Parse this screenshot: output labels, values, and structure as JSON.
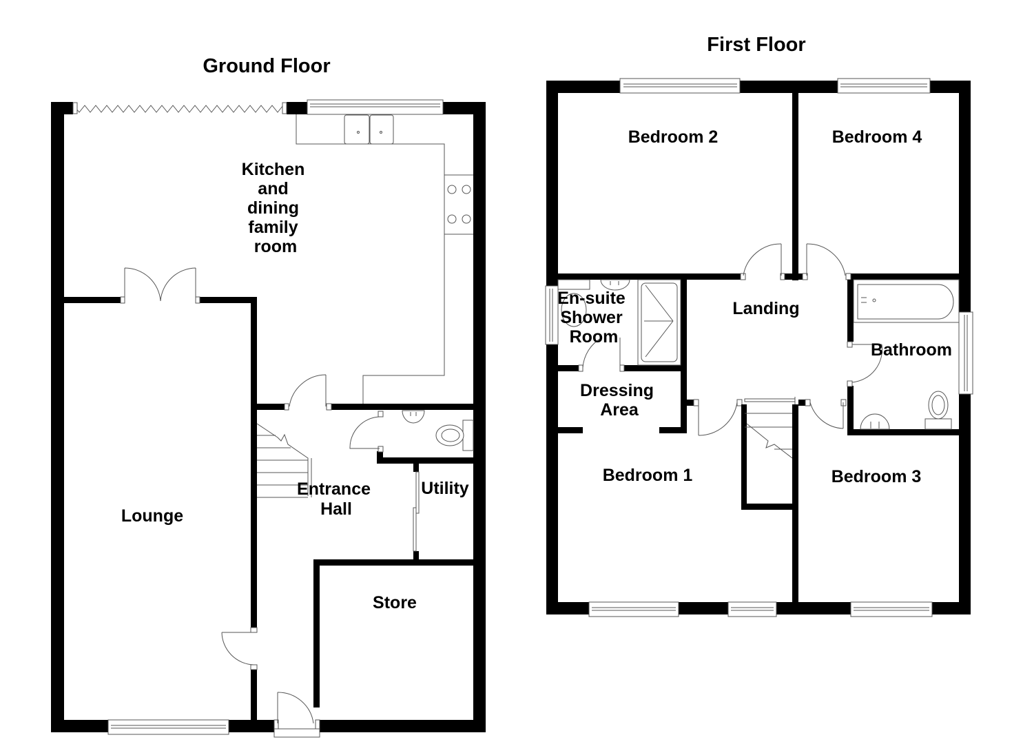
{
  "floors": [
    {
      "title": "Ground Floor",
      "rooms": [
        {
          "name": "kitchen",
          "lines": [
            "Kitchen",
            "and",
            "dining",
            "family",
            "room"
          ]
        },
        {
          "name": "lounge",
          "lines": [
            "Lounge"
          ]
        },
        {
          "name": "entrance-hall",
          "lines": [
            "Entrance",
            "Hall"
          ]
        },
        {
          "name": "utility",
          "lines": [
            "Utility"
          ]
        },
        {
          "name": "store",
          "lines": [
            "Store"
          ]
        }
      ]
    },
    {
      "title": "First Floor",
      "rooms": [
        {
          "name": "bedroom-2",
          "lines": [
            "Bedroom 2"
          ]
        },
        {
          "name": "bedroom-4",
          "lines": [
            "Bedroom 4"
          ]
        },
        {
          "name": "landing",
          "lines": [
            "Landing"
          ]
        },
        {
          "name": "en-suite",
          "lines": [
            "En-suite",
            "Shower",
            "Room"
          ]
        },
        {
          "name": "dressing-area",
          "lines": [
            "Dressing",
            "Area"
          ]
        },
        {
          "name": "bathroom",
          "lines": [
            "Bathroom"
          ]
        },
        {
          "name": "bedroom-1",
          "lines": [
            "Bedroom 1"
          ]
        },
        {
          "name": "bedroom-3",
          "lines": [
            "Bedroom 3"
          ]
        }
      ]
    }
  ],
  "colors": {
    "wall": "#000000",
    "fixture_line": "#555555",
    "background": "#ffffff"
  }
}
